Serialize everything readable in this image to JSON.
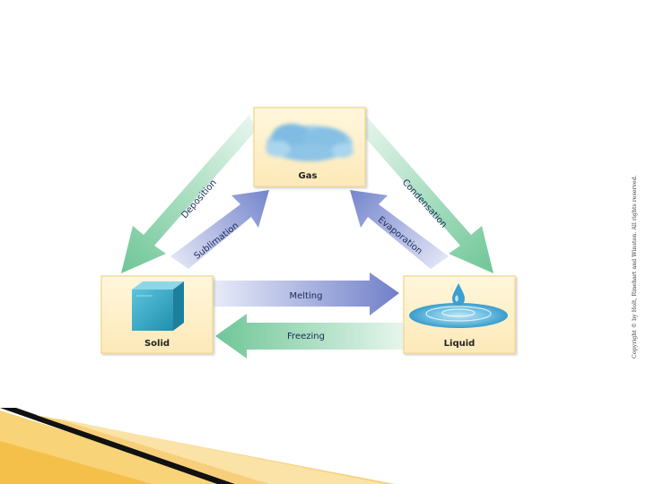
{
  "states": {
    "gas": "Gas",
    "solid": "Solid",
    "liquid": "Liquid"
  },
  "transitions": {
    "deposition": "Deposition",
    "sublimation": "Sublimation",
    "condensation": "Condensation",
    "evaporation": "Evaporation",
    "melting": "Melting",
    "freezing": "Freezing"
  },
  "copyright": "Copyright © by Holt, Rinehart and Winston. All rights reserved.",
  "colors": {
    "green_arrow": "#7fcfa3",
    "blue_arrow": "#7f8fd0",
    "box_fill": "#fff3cf",
    "box_border": "#f2dc9a",
    "cube": "#3aa9c4",
    "cloud": "#8fc6e6"
  }
}
